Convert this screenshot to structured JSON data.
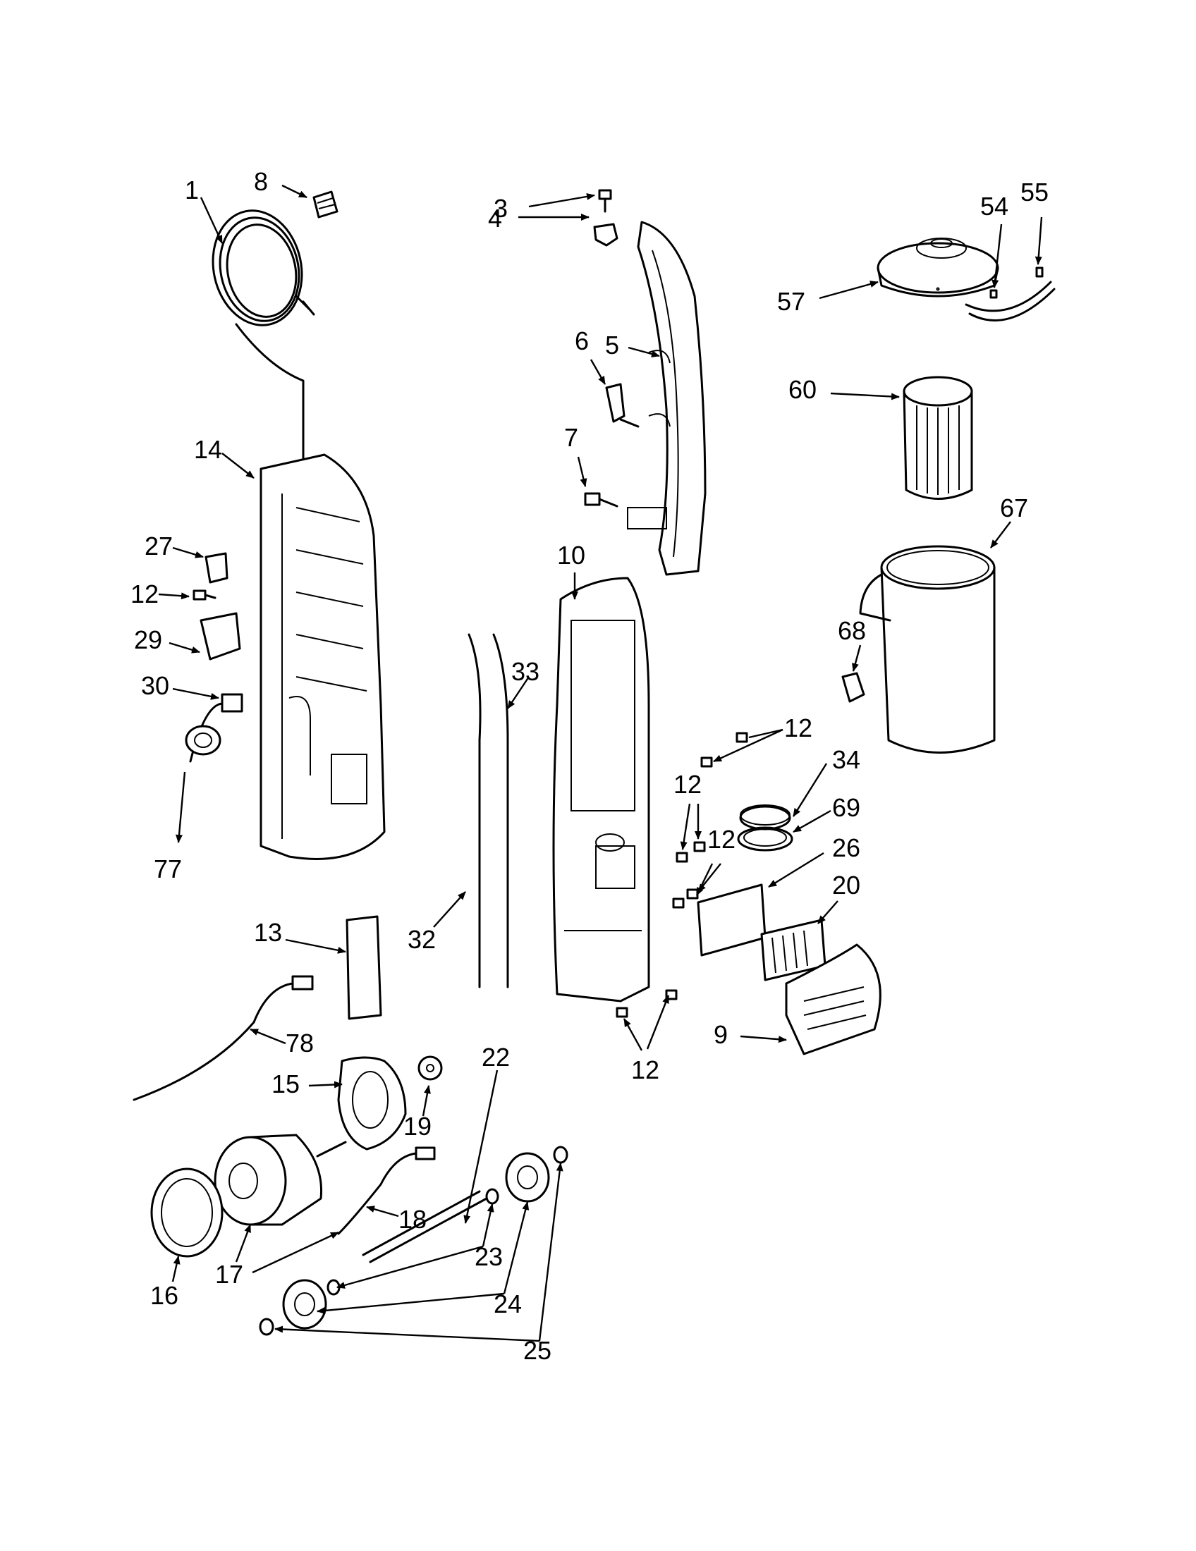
{
  "callouts": [
    "1",
    "8",
    "3",
    "4",
    "55",
    "54",
    "57",
    "5",
    "6",
    "60",
    "7",
    "14",
    "67",
    "10",
    "27",
    "12",
    "29",
    "68",
    "30",
    "33",
    "12",
    "34",
    "12",
    "69",
    "77",
    "12",
    "26",
    "20",
    "13",
    "32",
    "9",
    "78",
    "12",
    "22",
    "15",
    "19",
    "18",
    "17",
    "16",
    "23",
    "24",
    "25"
  ],
  "colors": {
    "line": "#000000",
    "background": "#ffffff"
  }
}
